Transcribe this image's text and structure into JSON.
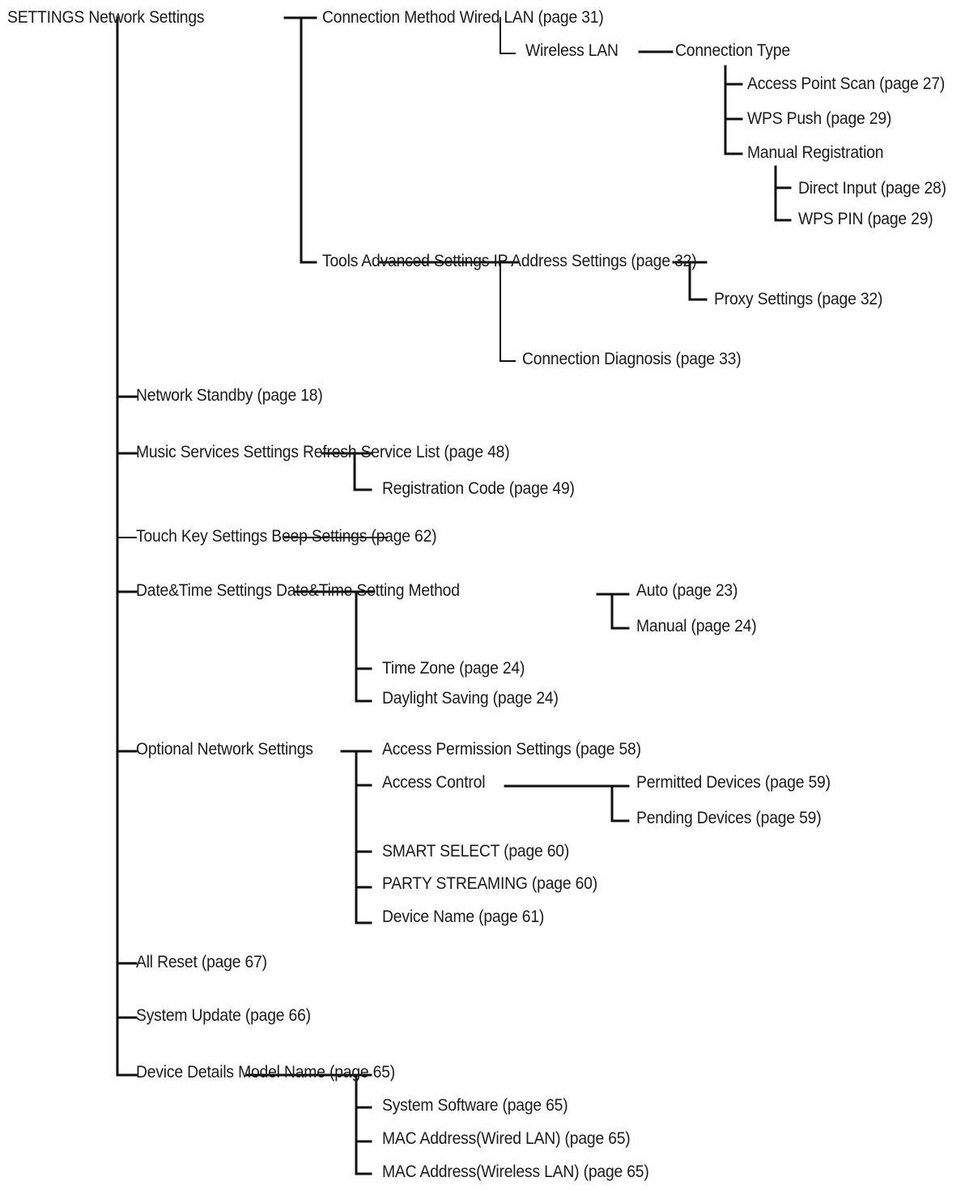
{
  "nodes": {
    "root": "SETTINGS Network Settings",
    "conn_method": "Connection Method Wired LAN (page 31)",
    "wireless_lan": "Wireless LAN",
    "connection_type": "Connection Type",
    "ap_scan": "Access Point Scan (page 27)",
    "wps_push": "WPS Push (page 29)",
    "manual_reg": "Manual Registration",
    "direct_input": "Direct Input (page 28)",
    "wps_pin": "WPS PIN (page 29)",
    "tools": "Tools Advanced Settings IP Address Settings (page 32)",
    "proxy": "Proxy Settings (page 32)",
    "conn_diag": "Connection Diagnosis (page 33)",
    "network_standby": "Network Standby (page 18)",
    "music_services": "Music Services Settings Refresh Service List (page 48)",
    "registration_code": "Registration Code (page 49)",
    "touch_key": "Touch Key Settings Beep Settings (page 62)",
    "datetime": "Date&Time Settings Date&Time Setting Method",
    "auto": "Auto (page 23)",
    "manual": "Manual (page 24)",
    "time_zone": "Time Zone (page 24)",
    "daylight": "Daylight Saving (page 24)",
    "optional_net": "Optional Network Settings",
    "access_permission": "Access Permission Settings (page 58)",
    "access_control": "Access Control",
    "permitted": "Permitted Devices (page 59)",
    "pending": "Pending Devices (page 59)",
    "smart_select": "SMART SELECT (page 60)",
    "party_streaming": "PARTY STREAMING (page 60)",
    "device_name": "Device Name (page 61)",
    "all_reset": "All Reset (page 67)",
    "system_update": "System Update (page 66)",
    "device_details": "Device Details Model Name (page 65)",
    "system_software": "System Software (page 65)",
    "mac_wired": "MAC Address(Wired LAN) (page 65)",
    "mac_wireless": "MAC Address(Wireless LAN) (page 65)"
  }
}
